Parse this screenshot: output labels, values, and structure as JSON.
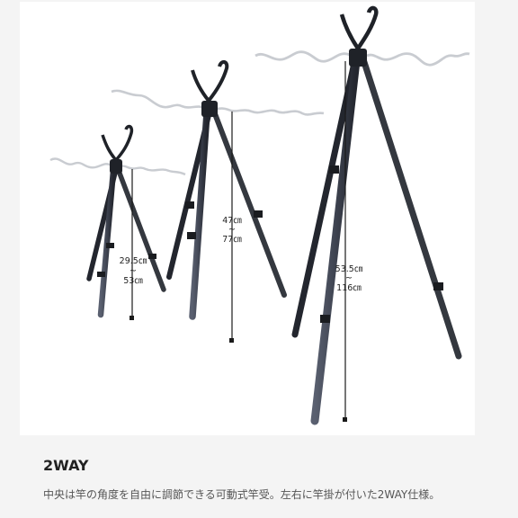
{
  "product": {
    "title": "2WAY",
    "description": "中央は竿の角度を自由に調節できる可動式竿受。左右に竿掛が付いた2WAY仕様。"
  },
  "tripods": [
    {
      "size": "small",
      "height_min": "29.5㎝",
      "tilde": "~",
      "height_max": "53㎝"
    },
    {
      "size": "medium",
      "height_min": "47㎝",
      "tilde": "~",
      "height_max": "77㎝"
    },
    {
      "size": "large",
      "height_min": "53.5㎝",
      "tilde": "~",
      "height_max": "116㎝"
    }
  ],
  "colors": {
    "leg": "#3e4350",
    "leg_dark": "#23262e",
    "rod_rest": "#c9ccd1",
    "background": "#f4f4f4",
    "panel": "#ffffff"
  }
}
